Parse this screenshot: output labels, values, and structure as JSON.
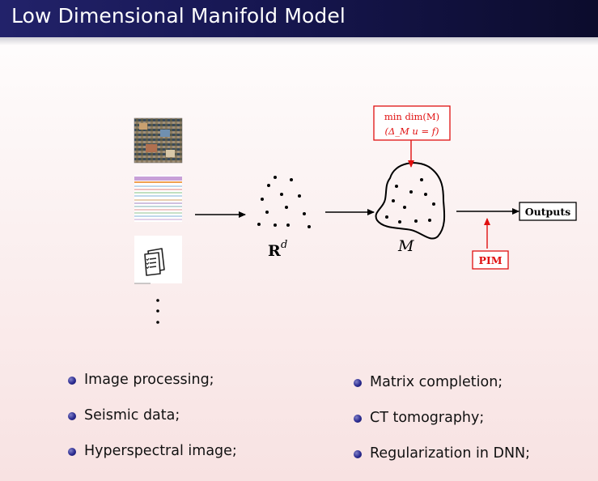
{
  "slide": {
    "title": "Low Dimensional Manifold Model"
  },
  "diagram": {
    "space_label": "R",
    "space_superscript": "d",
    "manifold_label": "M",
    "constraint_line1": "min dim(M)",
    "constraint_line2": "(Δ_M u = f)",
    "outputs_label": "Outputs",
    "pim_label": "PIM",
    "colors": {
      "red": "#e01010",
      "black": "#000000"
    }
  },
  "bullets": {
    "left": [
      "Image processing;",
      "Seismic data;",
      "Hyperspectral image;"
    ],
    "right": [
      "Matrix completion;",
      "CT tomography;",
      "Regularization in DNN;"
    ]
  }
}
